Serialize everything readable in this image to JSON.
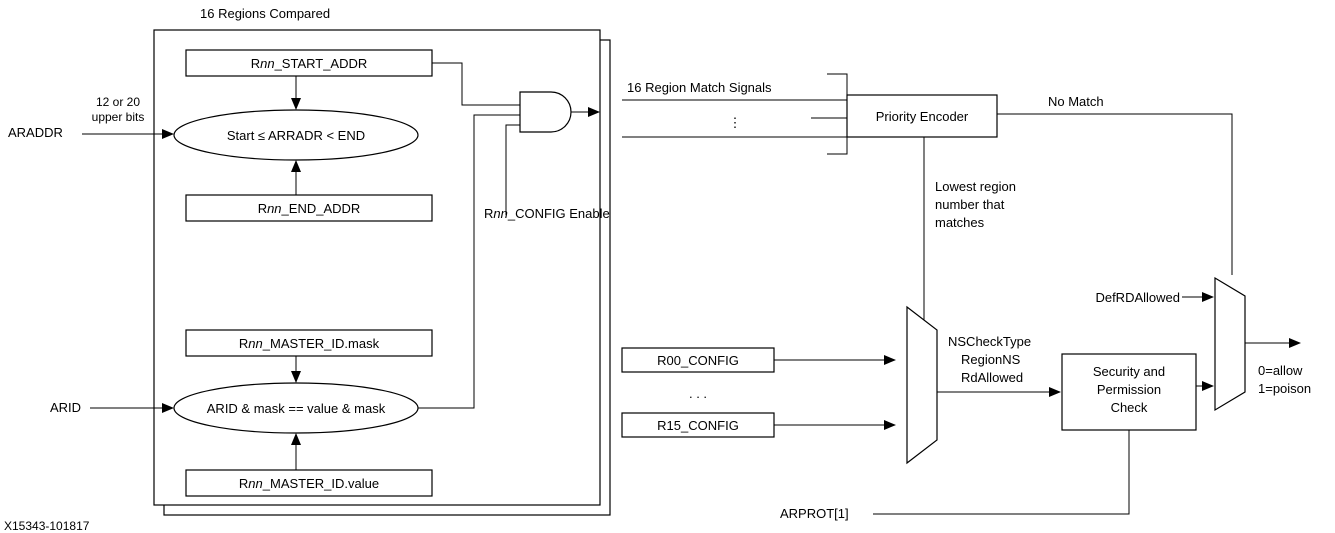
{
  "diagram": {
    "group_title": "16 Regions Compared",
    "figure_id": "X15343-101817",
    "inputs": {
      "araddr": "ARADDR",
      "araddr_note_line1": "12 or 20",
      "araddr_note_line2": "upper bits",
      "arid": "ARID",
      "arprot": "ARPROT[1]",
      "defrd": "DefRDAllowed"
    },
    "registers": {
      "start_addr": {
        "prefix": "R",
        "italic": "nn",
        "suffix": "_START_ADDR"
      },
      "end_addr": {
        "prefix": "R",
        "italic": "nn",
        "suffix": "_END_ADDR"
      },
      "master_mask": {
        "prefix": "R",
        "italic": "nn",
        "suffix": "_MASTER_ID.mask"
      },
      "master_value": {
        "prefix": "R",
        "italic": "nn",
        "suffix": "_MASTER_ID.value"
      },
      "config_enable": {
        "prefix": "R",
        "italic": "nn",
        "suffix": "_CONFIG Enable"
      },
      "r00_config": "R00_CONFIG",
      "r15_config": "R15_CONFIG",
      "config_ellipsis": ". . ."
    },
    "comparators": {
      "address": "Start ≤ ARRADR < END",
      "id": "ARID & mask == value & mask"
    },
    "signals": {
      "match_signals": "16 Region Match Signals",
      "vertical_ellipsis": "⋮",
      "no_match": "No Match",
      "lowest_line1": "Lowest region",
      "lowest_line2": "number that",
      "lowest_line3": "matches",
      "ns_check": "NSCheckType",
      "region_ns": "RegionNS",
      "rd_allowed": "RdAllowed"
    },
    "blocks": {
      "priority_encoder": "Priority Encoder",
      "security_line1": "Security and",
      "security_line2": "Permission",
      "security_line3": "Check"
    },
    "outputs": {
      "allow": "0=allow",
      "poison": "1=poison"
    }
  }
}
